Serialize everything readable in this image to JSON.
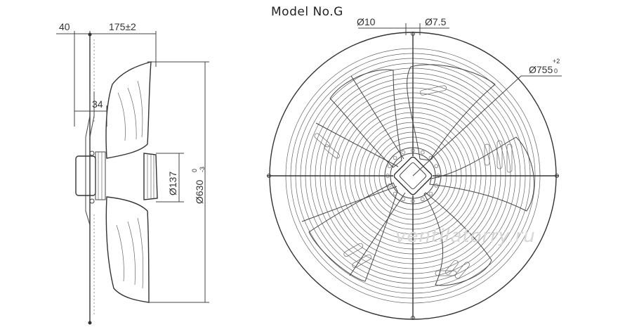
{
  "title": "Model No.G",
  "watermark": "ventilatorry.ru",
  "side_view": {
    "dim_front": "40",
    "dim_depth": "175±2",
    "dim_ring": "34",
    "dim_motor_dia": "Ø137",
    "dim_fan_dia": "Ø630",
    "dim_fan_tol_upper": "0",
    "dim_fan_tol_lower": "-3"
  },
  "front_view": {
    "dim_hole_a": "Ø10",
    "dim_hole_b": "Ø7.5",
    "dim_guard_dia": "Ø755",
    "dim_guard_tol_upper": "+2",
    "dim_guard_tol_lower": "0"
  },
  "colors": {
    "line": "#444444",
    "watermark": "#d8d8d8"
  }
}
